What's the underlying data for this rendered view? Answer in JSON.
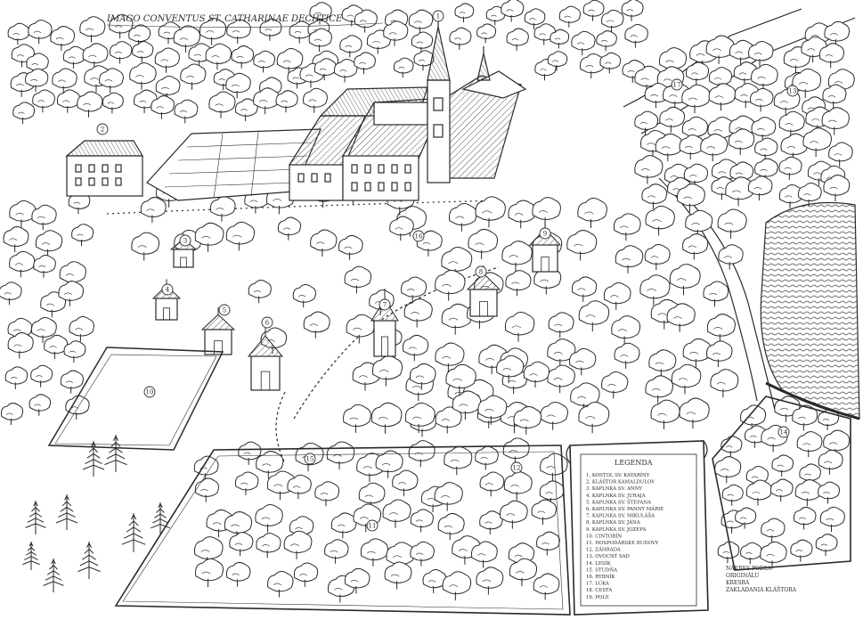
{
  "title": "IMAGO CONVENTUS ST. CATHARINAE DECHTICE",
  "legend": {
    "heading": "LEGENDA",
    "entries": [
      "1. KOSTOL SV. KATARÍNY",
      "2. KLÁŠTOR KAMALDULOV",
      "3. KAPLNKA SV. ANNY",
      "4. KAPLNKA SV. JURAJA",
      "5. KAPLNKA SV. ŠTEFANA",
      "6. KAPLNKA SV. PANNY MÁRIE",
      "7. KAPLNKA SV. MIKULÁŠA",
      "8. KAPLNKA SV. JÁNA",
      "9. KAPLNKA SV. JOZEFA",
      "10. CINTORÍN",
      "11. HOSPODÁRSKE BUDOVY",
      "12. ZÁHRADA",
      "13. OVOCNÝ SAD",
      "14. LESÍK",
      "15. STUDŇA",
      "16. RYBNÍK",
      "17. LÚKA",
      "18. CESTA",
      "19. POLE"
    ]
  },
  "caption": [
    "NÁKRES PODĽA",
    "ORIGINÁLU",
    "KRESBA",
    "ZAKLADANIA KLÁŠTORA"
  ],
  "markers": [
    "1",
    "2",
    "3",
    "4",
    "5",
    "6",
    "7",
    "8",
    "9",
    "10",
    "11",
    "12",
    "13",
    "14",
    "15",
    "16",
    "17"
  ],
  "colors": {
    "ink": "#2a2a2a",
    "paper": "#ffffff",
    "shade": "#9a9a9a"
  }
}
